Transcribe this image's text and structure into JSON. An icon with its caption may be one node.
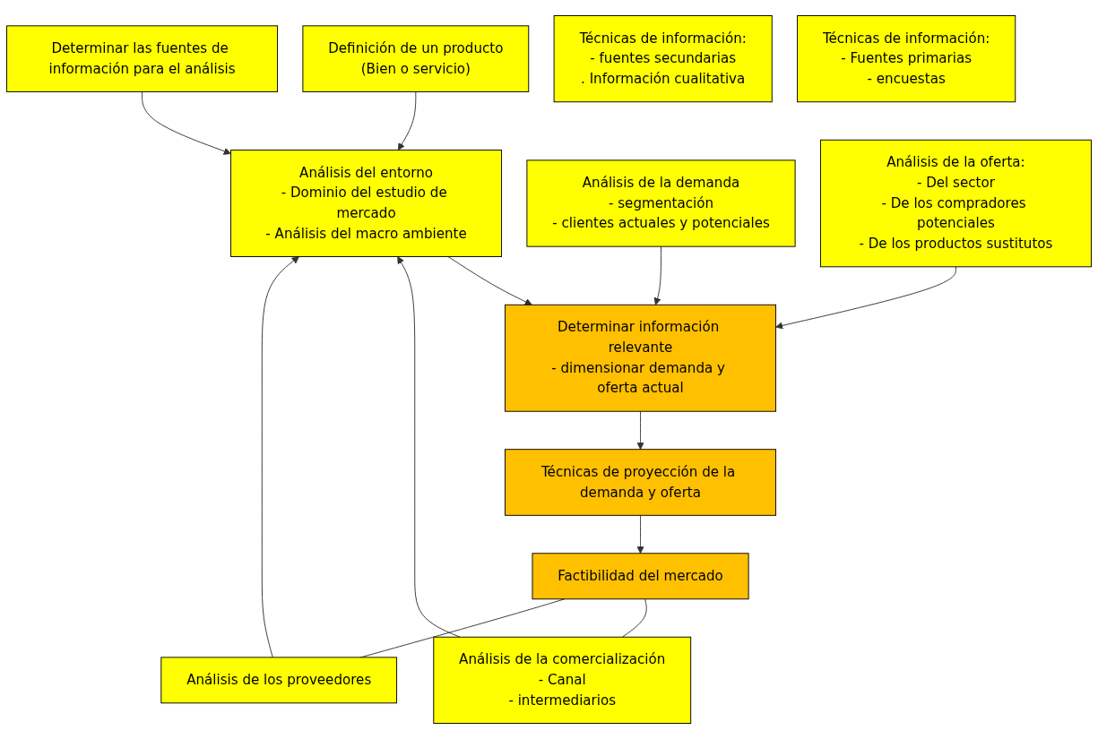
{
  "diagram": {
    "nodes": [
      {
        "text": [
          "Definición de un producto",
          "(Bien o servicio)"
        ]
      },
      {
        "text": [
          "Determinar las fuentes de información para el análisis"
        ]
      },
      {
        "text": [
          "Análisis del entorno",
          "- Dominio del estudio de mercado",
          "- Análisis del macro ambiente"
        ]
      },
      {
        "text": [
          "Análisis de la demanda",
          "- segmentación",
          "- clientes actuales y potenciales"
        ]
      },
      {
        "text": [
          "Técnicas de información:",
          "- fuentes secundarias",
          ". Información cualitativa"
        ]
      },
      {
        "text": [
          "Análisis de la oferta:",
          "- Del sector",
          "- De los compradores potenciales",
          "- De los productos sustitutos"
        ]
      },
      {
        "text": [
          "Técnicas de información:",
          "- Fuentes primarias",
          "- encuestas"
        ]
      },
      {
        "text": [
          "Análisis de la comercialización",
          "- Canal",
          "- intermediarios"
        ]
      },
      {
        "text": [
          "Determinar información relevante",
          "- dimensionar demanda y oferta actual"
        ]
      },
      {
        "text": [
          "Análisis de los proveedores"
        ]
      },
      {
        "text": [
          "Técnicas de proyección de la demanda y oferta"
        ]
      },
      {
        "text": [
          "Factibilidad del mercado"
        ]
      }
    ],
    "edges": [
      {
        "from": 0,
        "to": 2,
        "arrow": "to"
      },
      {
        "from": 1,
        "to": 2,
        "arrow": "to"
      },
      {
        "from": 2,
        "to": 8,
        "arrow": "to"
      },
      {
        "from": 3,
        "to": 8,
        "arrow": "to"
      },
      {
        "from": 5,
        "to": 8,
        "arrow": "to"
      },
      {
        "from": 8,
        "to": 10,
        "arrow": "to"
      },
      {
        "from": 10,
        "to": 11,
        "arrow": "to"
      },
      {
        "from": 11,
        "to": 7,
        "arrow": "none"
      },
      {
        "from": 7,
        "to": 2,
        "arrow": "to"
      },
      {
        "from": 11,
        "to": 9,
        "arrow": "none"
      },
      {
        "from": 9,
        "to": 2,
        "arrow": "to"
      }
    ]
  }
}
